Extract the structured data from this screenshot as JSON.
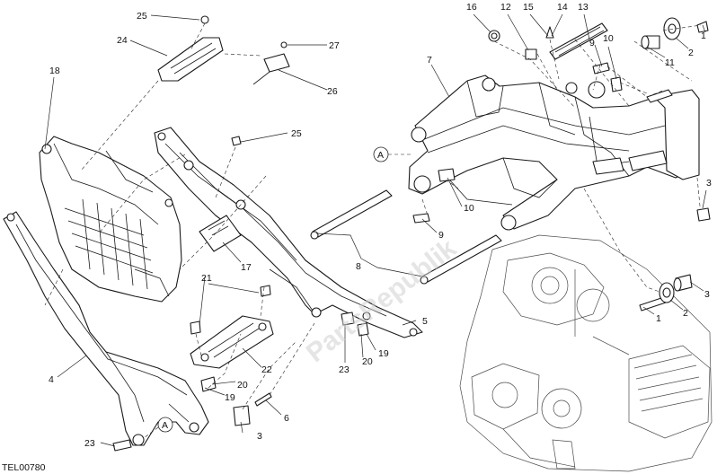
{
  "diagram_code": "TEL00780",
  "watermark": "PartsRepublik",
  "reference_marker": "A",
  "callouts": [
    {
      "label": "1"
    },
    {
      "label": "2"
    },
    {
      "label": "3"
    },
    {
      "label": "4"
    },
    {
      "label": "5"
    },
    {
      "label": "6"
    },
    {
      "label": "7"
    },
    {
      "label": "8"
    },
    {
      "label": "9"
    },
    {
      "label": "10"
    },
    {
      "label": "11"
    },
    {
      "label": "12"
    },
    {
      "label": "13"
    },
    {
      "label": "14"
    },
    {
      "label": "15"
    },
    {
      "label": "16"
    },
    {
      "label": "17"
    },
    {
      "label": "18"
    },
    {
      "label": "19"
    },
    {
      "label": "20"
    },
    {
      "label": "21"
    },
    {
      "label": "22"
    },
    {
      "label": "23"
    },
    {
      "label": "24"
    },
    {
      "label": "25"
    },
    {
      "label": "26"
    },
    {
      "label": "27"
    }
  ]
}
